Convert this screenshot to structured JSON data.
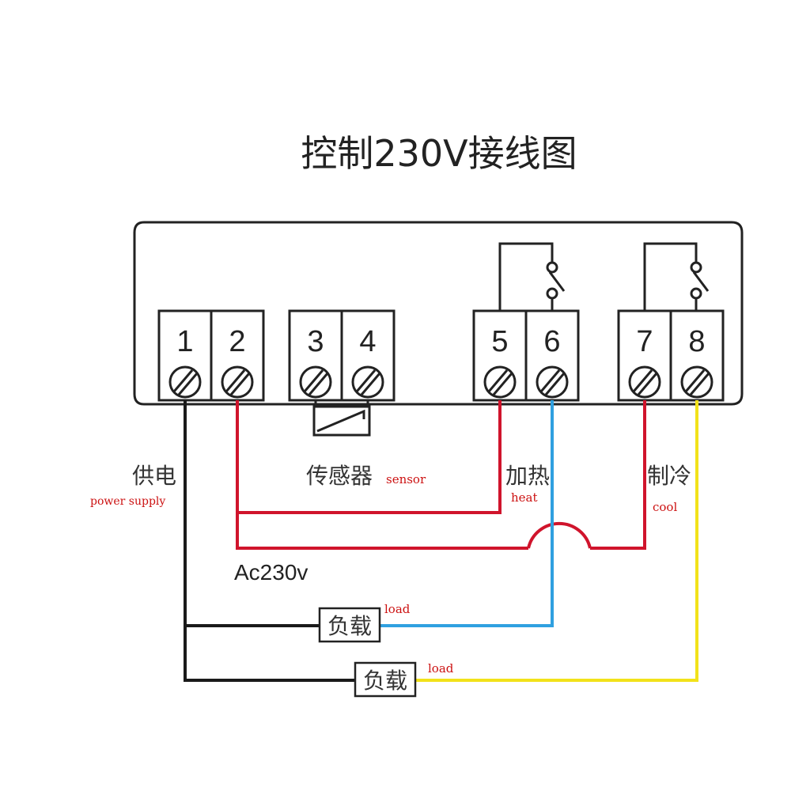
{
  "title": "控制230V接线图",
  "terminals": [
    "1",
    "2",
    "3",
    "4",
    "5",
    "6",
    "7",
    "8"
  ],
  "labels": {
    "power_supply_cn": "供电",
    "power_supply_en": "power supply",
    "sensor_cn": "传感器",
    "sensor_en": "sensor",
    "heat_cn": "加热",
    "heat_en": "heat",
    "cool_cn": "制冷",
    "cool_en": "cool",
    "ac_voltage": "Ac230v",
    "load_cn_1": "负载",
    "load_en_1": "load",
    "load_cn_2": "负载",
    "load_en_2": "load"
  },
  "colors": {
    "frame": "#222222",
    "live_wire": "#d0142c",
    "neutral_wire": "#1a1a1a",
    "heat_load_wire": "#2fa0e0",
    "cool_load_wire": "#f2e21a",
    "annotation": "#cc1111"
  }
}
